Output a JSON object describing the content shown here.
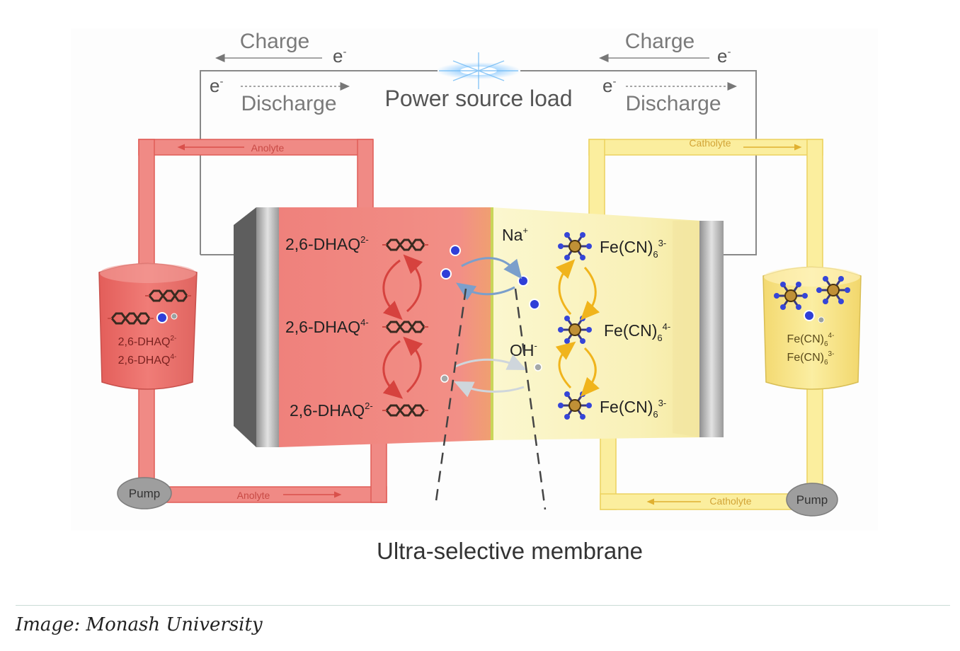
{
  "circuit": {
    "charge_left": "Charge",
    "charge_right": "Charge",
    "discharge_left": "Discharge",
    "discharge_right": "Discharge",
    "electron": "e",
    "electron_sup": "-",
    "load_label": "Power source load"
  },
  "anolyte": {
    "pipe_label_top": "Anolyte",
    "pipe_label_bottom": "Anolyte",
    "pump_label": "Pump",
    "tank_line1_base": "2,6-DHAQ",
    "tank_line1_sup": "2-",
    "tank_line2_base": "2,6-DHAQ",
    "tank_line2_sup": "4-",
    "color": "#ef7f7a"
  },
  "catholyte": {
    "pipe_label_top": "Catholyte",
    "pipe_label_bottom": "Catholyte",
    "pump_label": "Pump",
    "tank_line1_base": "Fe(CN)",
    "tank_line1_sub": "6",
    "tank_line1_sup": "4-",
    "tank_line2_base": "Fe(CN)",
    "tank_line2_sub": "6",
    "tank_line2_sup": "3-",
    "color": "#f6e78f"
  },
  "cell": {
    "left_species": [
      {
        "base": "2,6-DHAQ",
        "sup": "2-"
      },
      {
        "base": "2,6-DHAQ",
        "sup": "4-"
      },
      {
        "base": "2,6-DHAQ",
        "sup": "2-"
      }
    ],
    "right_species": [
      {
        "base": "Fe(CN)",
        "sub": "6",
        "sup": "3-"
      },
      {
        "base": "Fe(CN)",
        "sub": "6",
        "sup": "4-"
      },
      {
        "base": "Fe(CN)",
        "sub": "6",
        "sup": "3-"
      }
    ],
    "cation_base": "Na",
    "cation_sup": "+",
    "anion_base": "OH",
    "anion_sup": "-"
  },
  "membrane_label": "Ultra-selective membrane",
  "caption": "Image: Monash University"
}
